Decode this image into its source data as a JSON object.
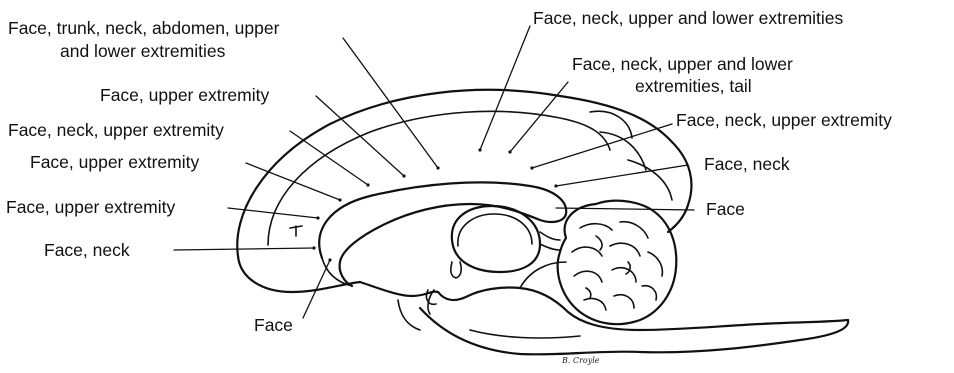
{
  "labels": {
    "trunk_line1": "Face, trunk, neck, abdomen, upper",
    "trunk_line2": "and lower extremities",
    "upper_right_top": "Face, neck, upper and lower extremities",
    "tail_line1": "Face, neck, upper and lower",
    "tail_line2": "extremities, tail",
    "face_upper_1": "Face, upper extremity",
    "face_neck_upper_left": "Face, neck, upper extremity",
    "face_neck_upper_right": "Face, neck, upper extremity",
    "face_upper_2": "Face, upper extremity",
    "face_neck_right": "Face, neck",
    "face_upper_3": "Face, upper extremity",
    "face_right": "Face",
    "face_neck_left": "Face, neck",
    "face_bottom": "Face"
  },
  "signature": "B. Croyle"
}
